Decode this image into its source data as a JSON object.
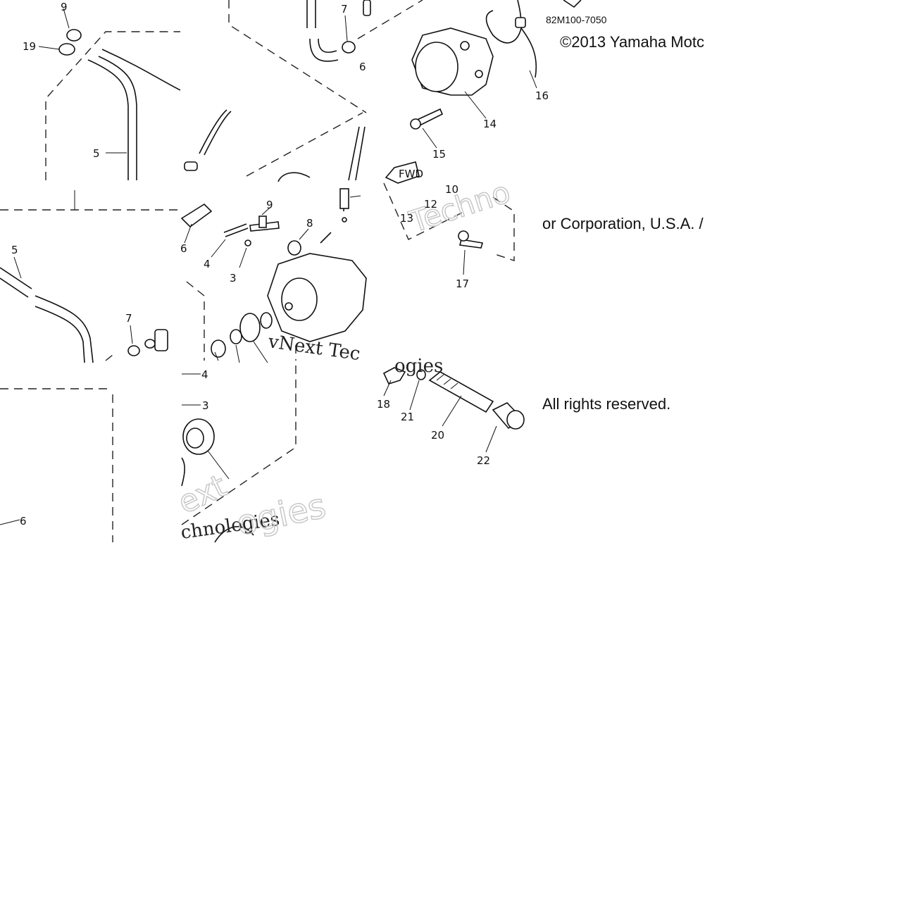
{
  "diagram": {
    "part_code": "82M100-7050",
    "copyright_line1": "©2013 Yamaha Motc",
    "copyright_line2": "or Corporation, U.S.A. /",
    "copyright_line3": "All rights reserved.",
    "fwd_label": "FWD",
    "watermark": {
      "a": "Techno",
      "b": "vNext Tec",
      "c": "ogies",
      "d": "ext",
      "e": "chnologies",
      "f": "ogies"
    },
    "callouts": {
      "c19a": "9",
      "c19b": "19",
      "c5a": "5",
      "c7a": "7",
      "c7b": "6",
      "c16": "16",
      "c14": "14",
      "c15": "15",
      "c12": "12",
      "c10": "10",
      "c13": "13",
      "c17": "17",
      "c9": "9",
      "c8": "8",
      "c6": "6",
      "c4": "4",
      "c3": "3",
      "c5b": "5",
      "c7c": "7",
      "c4b": "4",
      "c3b": "3",
      "c6b": "6",
      "c18": "18",
      "c21": "21",
      "c20": "20",
      "c22": "22"
    }
  }
}
